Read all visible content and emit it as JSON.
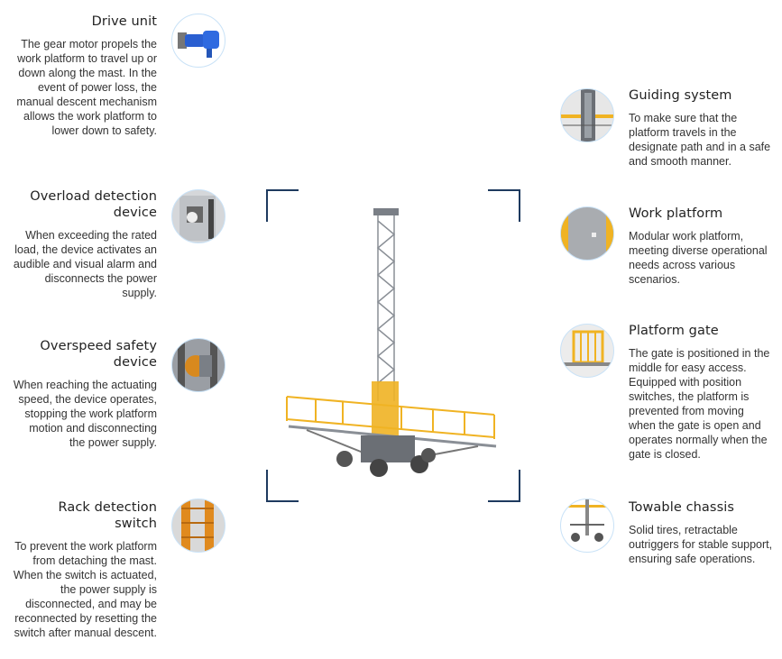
{
  "features": {
    "left": [
      {
        "title": "Drive unit",
        "desc": "The gear motor propels the work platform to travel up or down along the mast. In the event of power loss, the manual descent mechanism allows the work platform to lower down to safety."
      },
      {
        "title": "Overload detection device",
        "desc": "When exceeding the rated load, the device activates an audible and visual alarm and disconnects the power supply."
      },
      {
        "title": "Overspeed safety device",
        "desc": "When reaching the actuating speed, the device operates, stopping the work platform motion and disconnecting the power supply."
      },
      {
        "title": "Rack detection switch",
        "desc": "To prevent the work platform from detaching the mast. When the switch is actuated, the power supply is disconnected, and may be reconnected by resetting the switch after manual descent."
      }
    ],
    "right": [
      {
        "title": "Guiding system",
        "desc": "To make sure that the platform travels in the designate path and in a safe and smooth manner."
      },
      {
        "title": "Work platform",
        "desc": "Modular work platform, meeting diverse operational needs across various scenarios."
      },
      {
        "title": "Platform gate",
        "desc": "The gate is positioned in the middle for easy access. Equipped with position switches, the platform is prevented from moving when the gate is open and operates normally when the gate is closed."
      },
      {
        "title": "Towable chassis",
        "desc": "Solid tires, retractable outriggers for stable support, ensuring safe operations."
      }
    ]
  },
  "colors": {
    "accent": "#1e3a5f",
    "yellow": "#f0b323",
    "steel": "#8a8f96",
    "ring": "#c9e2f7"
  }
}
